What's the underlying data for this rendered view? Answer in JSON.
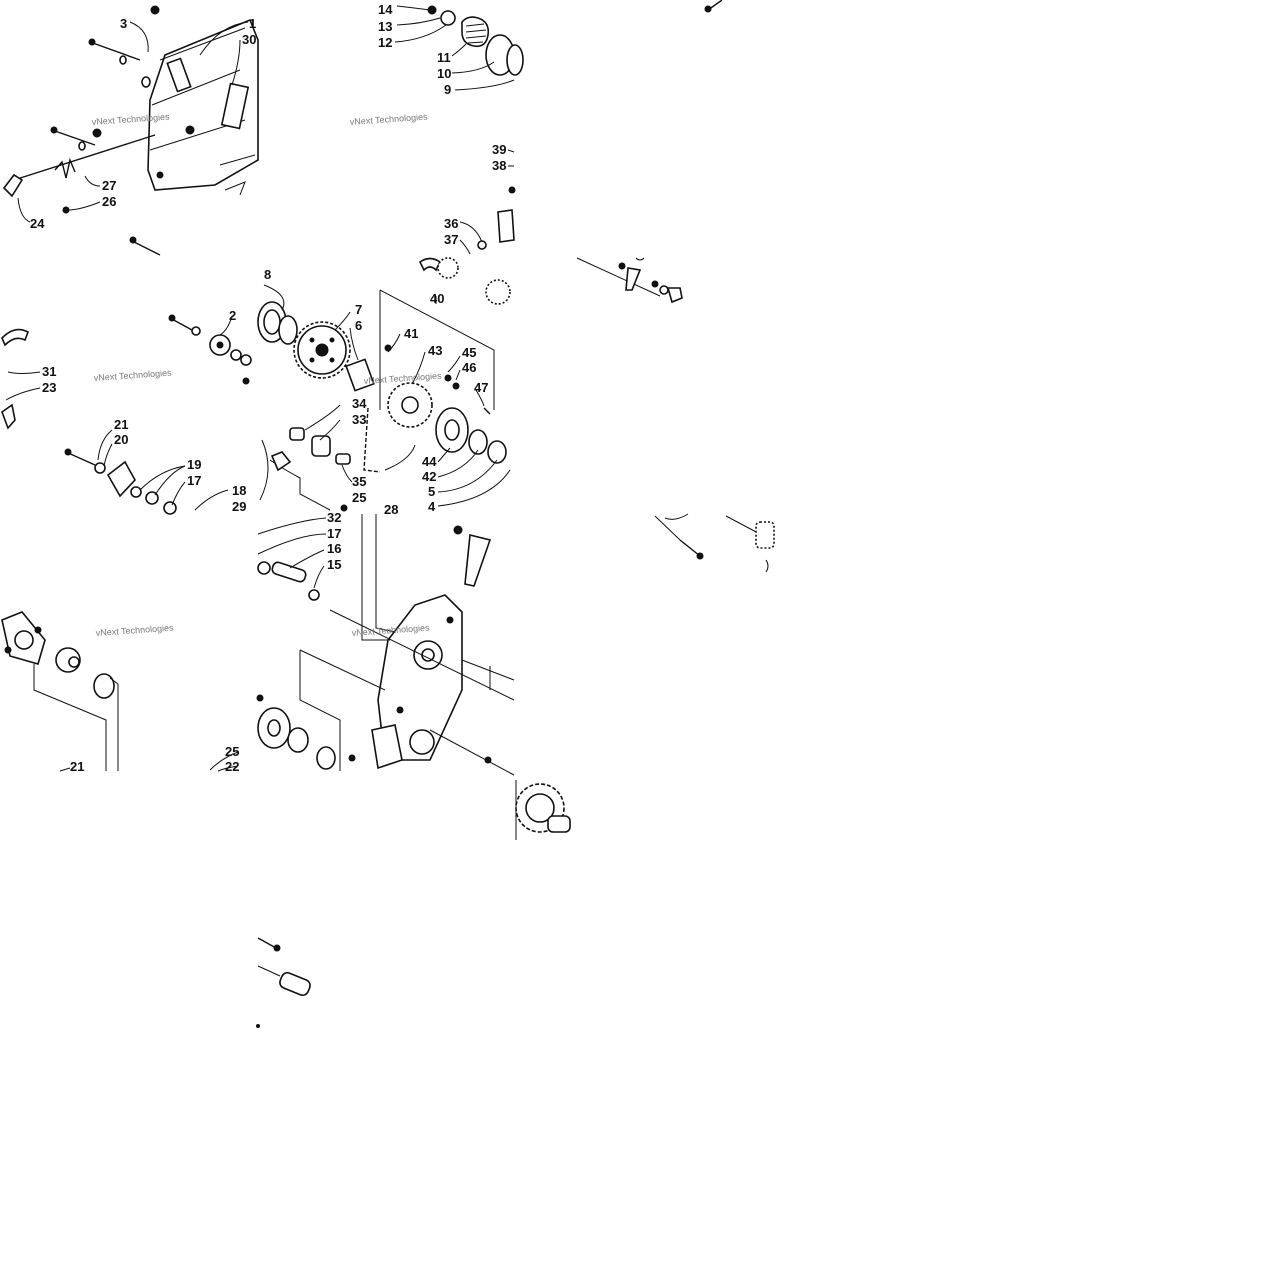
{
  "diagram": {
    "watermark": "vNext Technologies",
    "tiles": [
      {
        "id": "tile-top-left",
        "labels": [
          "3",
          "1",
          "30",
          "27",
          "26",
          "24"
        ]
      },
      {
        "id": "tile-top-center",
        "labels": [
          "14",
          "13",
          "12",
          "11",
          "10",
          "9",
          "39",
          "38",
          "36",
          "37"
        ]
      },
      {
        "id": "tile-middle-left",
        "labels": [
          "2",
          "31",
          "23",
          "21",
          "20",
          "19",
          "17",
          "18",
          "29"
        ]
      },
      {
        "id": "tile-center",
        "labels": [
          "8",
          "7",
          "6",
          "40",
          "41",
          "43",
          "45",
          "46",
          "47",
          "34",
          "33",
          "35",
          "25",
          "28",
          "44",
          "42",
          "5",
          "4"
        ]
      },
      {
        "id": "tile-lower-left",
        "labels": [
          "25",
          "22",
          "21"
        ]
      },
      {
        "id": "tile-lower-center",
        "labels": [
          "32",
          "17",
          "16",
          "15"
        ]
      }
    ]
  }
}
